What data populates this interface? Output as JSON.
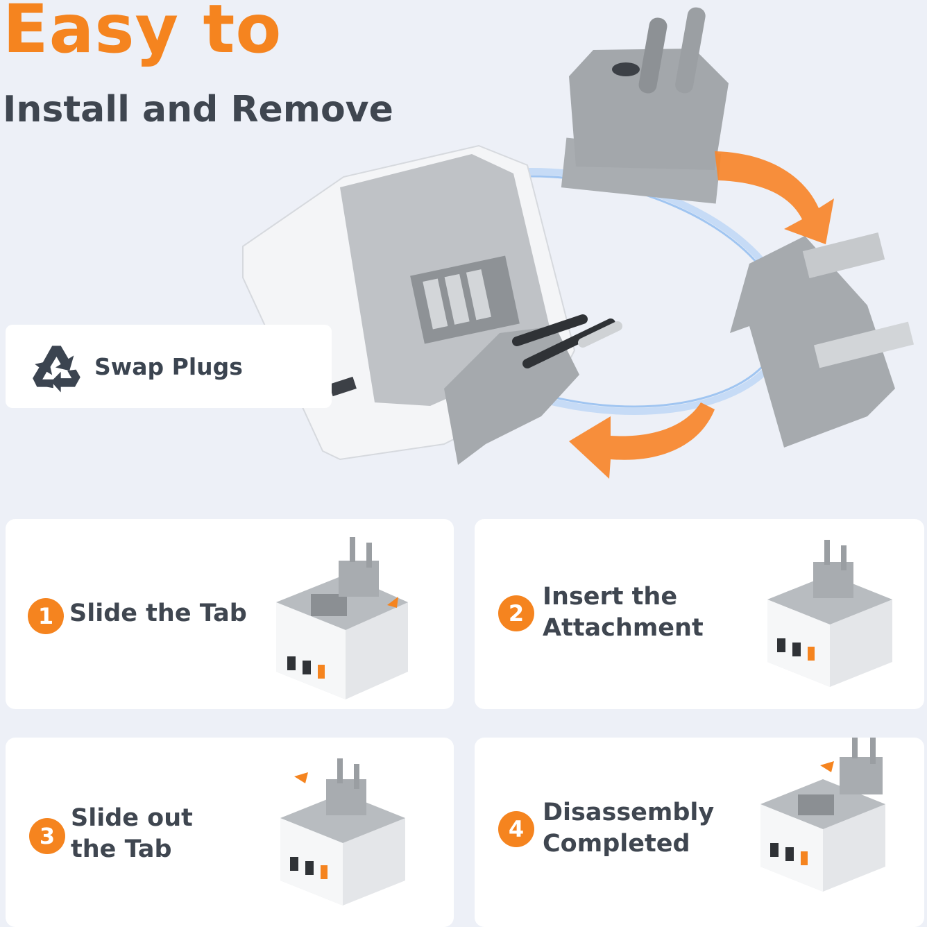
{
  "header": {
    "title": "Easy to",
    "subtitle": "Install and Remove"
  },
  "badge": {
    "icon": "recycle-icon",
    "label": "Swap Plugs"
  },
  "steps": [
    {
      "number": "1",
      "label": "Slide the Tab"
    },
    {
      "number": "2",
      "label": "Insert the\nAttachment"
    },
    {
      "number": "3",
      "label": "Slide out\nthe Tab"
    },
    {
      "number": "4",
      "label": "Disassembly\nCompleted"
    }
  ],
  "colors": {
    "accent": "#f5841f",
    "text": "#3f4650",
    "background": "#edf0f7",
    "card": "#ffffff"
  }
}
